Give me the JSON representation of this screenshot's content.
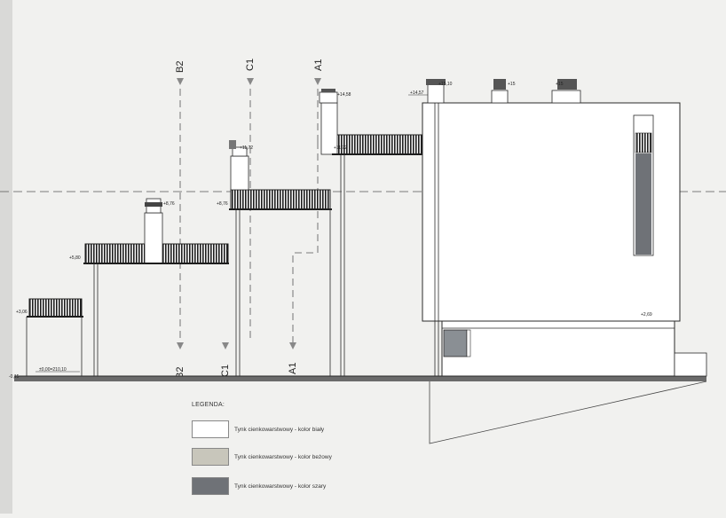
{
  "drawing": {
    "colors": {
      "paper": "#f1f1ef",
      "line": "#2a2a2a",
      "hatch": "#1e1e1e",
      "window": "#8a8f94"
    },
    "section_marks": {
      "a1": "A1",
      "b2": "B2",
      "c1": "C1"
    },
    "levels": {
      "ground": "±0,00=210,10",
      "minus": "-0,15",
      "l1": "+3,06",
      "l2": "+5,80",
      "l3": "+8,76",
      "l4": "+8,76",
      "l5": "+11,72",
      "l6": "+11,72",
      "l7": "+14,58",
      "l8": "+14,57",
      "l9": "+15,10",
      "l10": "+15",
      "l11": "+15",
      "l12": "+2,69"
    }
  },
  "legend": {
    "title": "LEGENDA:",
    "items": [
      {
        "label": "Tynk cienkowarstwowy - kolor biały",
        "color": "#ffffff"
      },
      {
        "label": "Tynk cienkowarstwowy - kolor beżowy",
        "color": "#c8c6bb"
      },
      {
        "label": "Tynk cienkowarstwowy - kolor szary",
        "color": "#6f7277"
      }
    ]
  }
}
